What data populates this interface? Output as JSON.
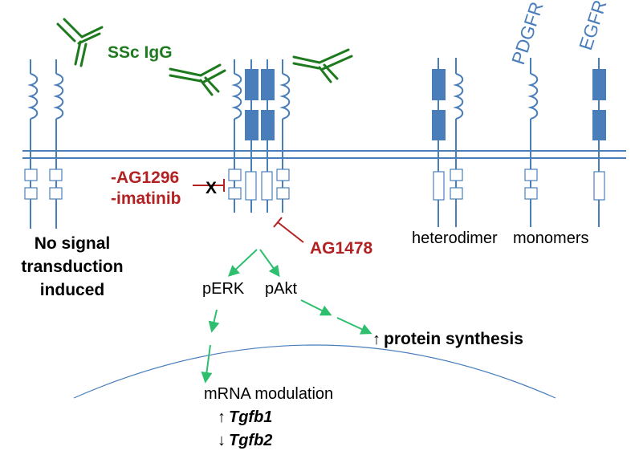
{
  "labels": {
    "ssc_igg": "SSc IgG",
    "pdgfr": "PDGFR",
    "egfr": "EGFR",
    "ag1296": "-AG1296",
    "imatinib": "-imatinib",
    "block_mark": "X",
    "ag1478": "AG1478",
    "no_signal_line1": "No signal",
    "no_signal_line2": "transduction",
    "no_signal_line3": "induced",
    "heterodimer": "heterodimer",
    "monomers": "monomers",
    "perk": "pERK",
    "pakt": "pAkt",
    "protein_synthesis_arrow": "↑",
    "protein_synthesis": "protein synthesis",
    "mrna_modulation": "mRNA modulation",
    "tgfb1_arrow": "↑",
    "tgfb1": "Tgfb1",
    "tgfb2_arrow": "↓",
    "tgfb2": "Tgfb2"
  },
  "colors": {
    "receptor": "#4a7ebb",
    "membrane": "#4a7ebb",
    "antibody": "#1e7a1e",
    "inhibitor": "#b22222",
    "signal_arrow": "#2ebf6e",
    "text": "#000000"
  }
}
